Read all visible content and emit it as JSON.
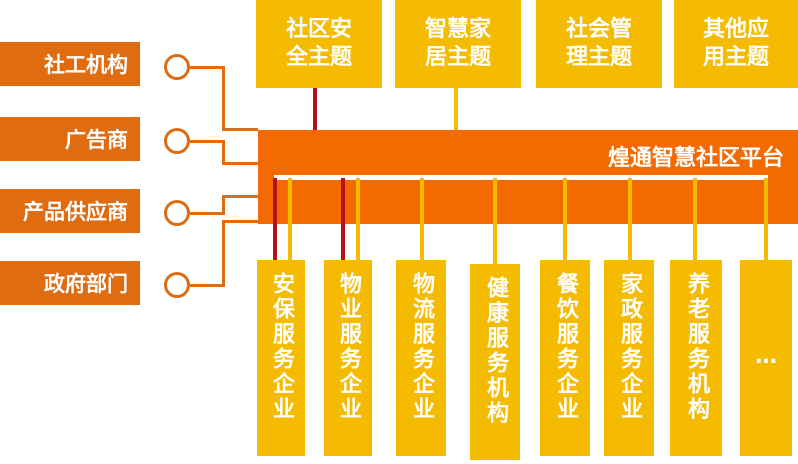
{
  "colors": {
    "orange": "#f26a00",
    "yellow": "#f5bb00",
    "left_label": "#e06c12",
    "red_line": "#b5121b"
  },
  "top_themes": [
    {
      "line1": "社区安",
      "line2": "全主题"
    },
    {
      "line1": "智慧家",
      "line2": "居主题"
    },
    {
      "line1": "社会管",
      "line2": "理主题"
    },
    {
      "line1": "其他应",
      "line2": "用主题"
    }
  ],
  "left_parties": [
    "社工机构",
    "广告商",
    "产品供应商",
    "政府部门"
  ],
  "platform": {
    "title": "煌通智慧社区平台"
  },
  "enterprises": [
    "安保服务企业",
    "物业服务企业",
    "物流服务企业",
    "健康服务机构",
    "餐饮服务企业",
    "家政服务企业",
    "养老服务机构",
    "…"
  ]
}
